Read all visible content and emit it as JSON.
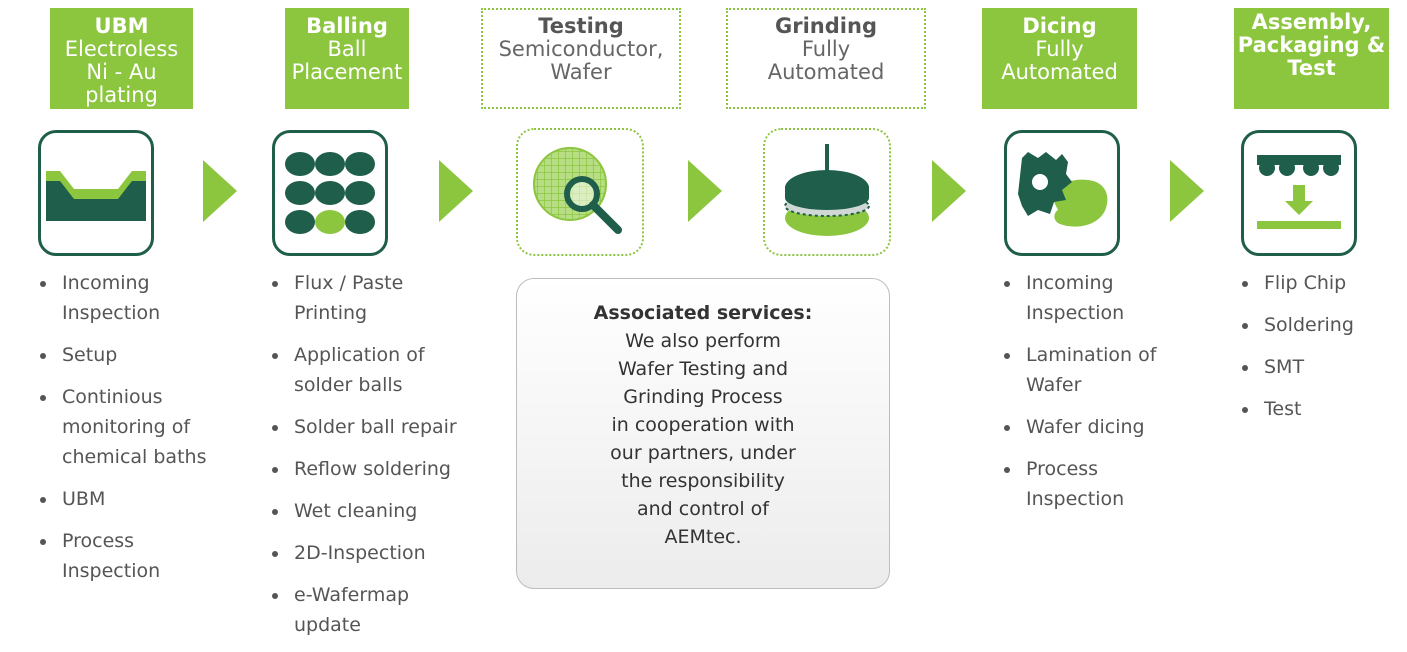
{
  "stages": [
    {
      "title": "UBM",
      "subtitle": "Electroless\nNi - Au plating",
      "icon": "ubm-layer-icon",
      "steps": [
        "Incoming Inspection",
        "Setup",
        "Continious monitoring of chemical baths",
        "UBM",
        "Process Inspection"
      ]
    },
    {
      "title": "Balling",
      "subtitle": "Ball\nPlacement",
      "icon": "solder-balls-icon",
      "steps": [
        "Flux / Paste Printing",
        "Application of solder balls",
        "Solder ball repair",
        "Reflow soldering",
        "Wet cleaning",
        "2D-Inspection",
        "e-Wafermap update"
      ]
    },
    {
      "title": "Testing",
      "subtitle": "Semiconductor,\nWafer",
      "icon": "wafer-magnifier-icon"
    },
    {
      "title": "Grinding",
      "subtitle": "Fully\nAutomated",
      "icon": "grinding-wheel-icon"
    },
    {
      "title": "Dicing",
      "subtitle": "Fully\nAutomated",
      "icon": "dicing-saw-icon",
      "steps": [
        "Incoming Inspection",
        "Lamination of Wafer",
        "Wafer dicing",
        "Process Inspection"
      ]
    },
    {
      "title": "Assembly,\nPackaging &\nTest",
      "subtitle": "",
      "icon": "flip-chip-assembly-icon",
      "steps": [
        "Flip Chip",
        "Soldering",
        "SMT",
        "Test"
      ]
    }
  ],
  "associated": {
    "title": "Associated services:",
    "body": "We also perform\nWafer Testing and\nGrinding Process\nin cooperation with\nour partners, under\nthe responsibility\nand control of\nAEMtec."
  },
  "colors": {
    "green": "#8cc63f",
    "dark_green": "#1e5e4a",
    "text": "#555555"
  }
}
